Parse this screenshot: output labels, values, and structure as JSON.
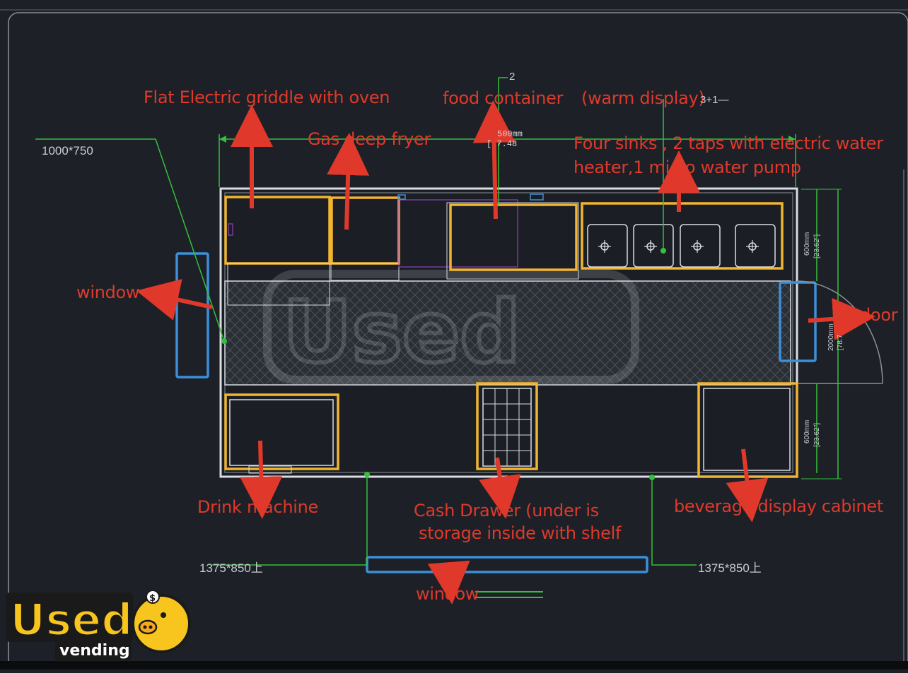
{
  "labels": {
    "griddle": "Flat Electric griddle with oven",
    "fryer": "Gas deep fryer",
    "food_container": "food container",
    "warm_display": "(warm display)",
    "sinks_line1": "Four sinks , 2 taps with  electric water",
    "sinks_line2": "heater,1 micro water pump",
    "window_left": "window",
    "door": "door",
    "drink_machine": "Drink machine",
    "cash_line1": "Cash Drawer (under is",
    "cash_line2": "storage inside with shelf",
    "beverage": "beverage display cabinet",
    "window_bottom": "window"
  },
  "dimensions": {
    "window_left_size": "1000*750",
    "window_bottom_left": "1375*850上",
    "window_bottom_right": "1375*850上",
    "top_marker": "2",
    "top_marker2": "3+1—",
    "depth_top": "600mm",
    "depth_top_in": "[23.62\"]",
    "width_total": "2000mm",
    "width_total_in": "[78.7",
    "depth_bottom": "600mm",
    "depth_bottom_in": "[23.62\"]",
    "center_mm": "500mm",
    "center_in": "[ 7.48"
  },
  "logo": {
    "word": "Used",
    "sub": "vending"
  },
  "colors": {
    "background": "#1d2127",
    "equipment_outline": "#f2b531",
    "window_outline": "#3d8fd9",
    "leader_line": "#34c03a",
    "label_text": "#e0392b",
    "arrow": "#e0392b"
  }
}
